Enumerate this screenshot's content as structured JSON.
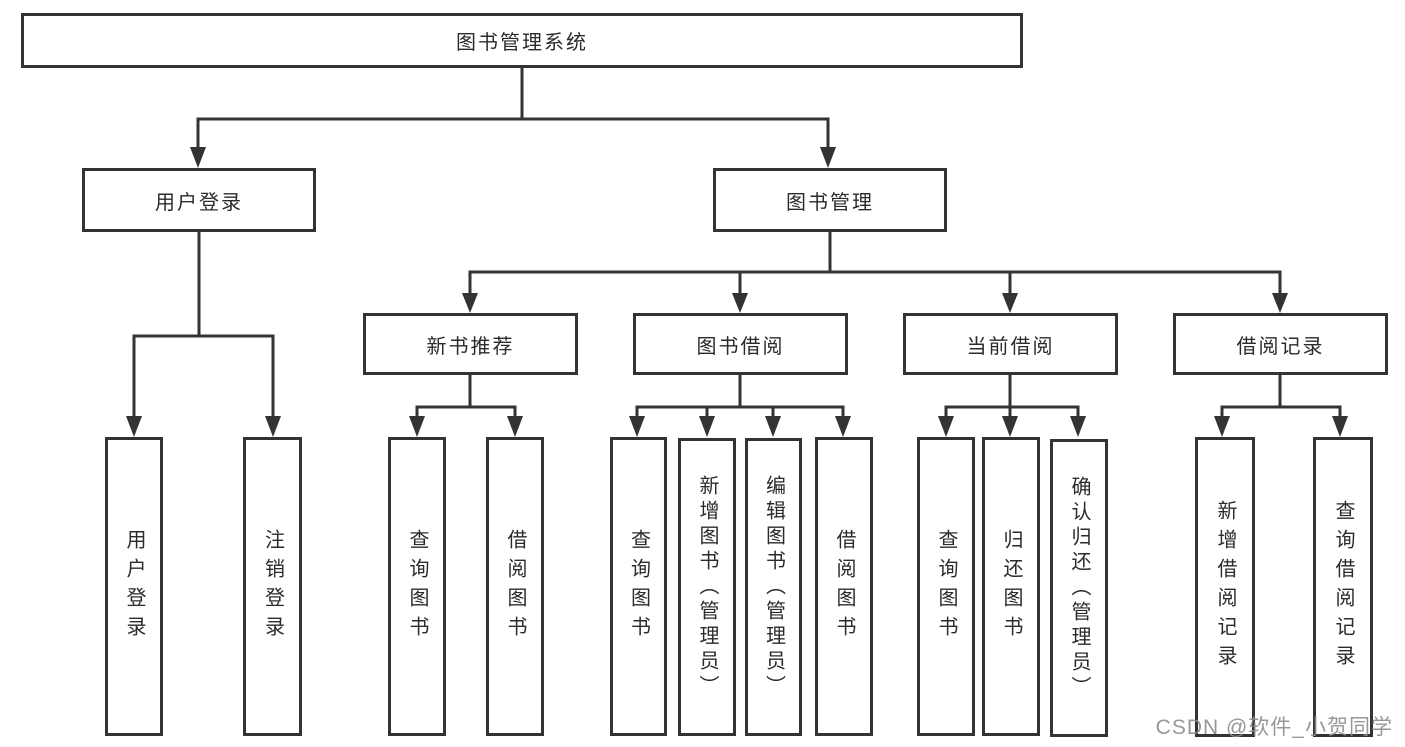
{
  "diagram": {
    "root": "图书管理系统",
    "login_branch": {
      "label": "用户登录",
      "children": {
        "user_login": "用户登录",
        "logout": "注销登录"
      }
    },
    "mgmt_branch": {
      "label": "图书管理",
      "groups": {
        "new_book_rec": {
          "label": "新书推荐",
          "children": {
            "query_book": "查询图书",
            "borrow_book": "借阅图书"
          }
        },
        "book_borrow": {
          "label": "图书借阅",
          "children": {
            "query_book": "查询图书",
            "add_book": "新增图书（管理员）",
            "edit_book": "编辑图书（管理员）",
            "borrow_book": "借阅图书"
          }
        },
        "current_borrow": {
          "label": "当前借阅",
          "children": {
            "query_book": "查询图书",
            "return_book": "归还图书",
            "confirm_return": "确认归还（管理员）"
          }
        },
        "borrow_records": {
          "label": "借阅记录",
          "children": {
            "add_record": "新增借阅记录",
            "query_record": "查询借阅记录"
          }
        }
      }
    }
  },
  "watermark": "CSDN @软件_小贺同学"
}
